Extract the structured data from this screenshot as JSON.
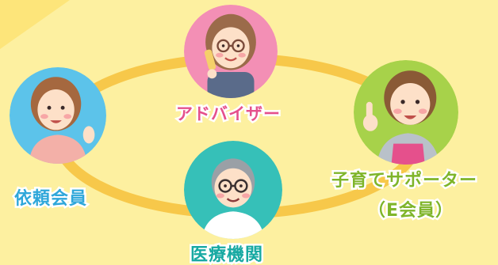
{
  "diagram": {
    "nodes": [
      {
        "id": "advisor",
        "label": "アドバイザー",
        "accent": "#e5508c",
        "circle_color": "#f38fb5"
      },
      {
        "id": "client",
        "label": "依頼会員",
        "accent": "#2fa7da",
        "circle_color": "#5cc3ea"
      },
      {
        "id": "supporter",
        "label_line1": "子育てサポーター",
        "label_line2": "（E会員）",
        "accent": "#7fb52a",
        "circle_color": "#a7d24a"
      },
      {
        "id": "medical",
        "label": "医療機関",
        "accent": "#17a9a2",
        "circle_color": "#36c0b8"
      }
    ],
    "ring_color": "#f7c84a",
    "background": "#fdf0a0"
  }
}
